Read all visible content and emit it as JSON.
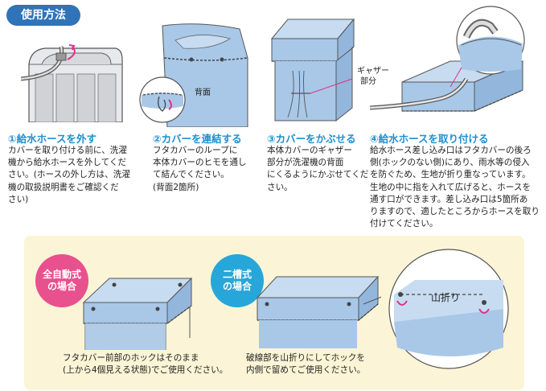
{
  "header": {
    "title": "使用方法"
  },
  "steps": [
    {
      "heading": "①給水ホースを外す",
      "body": [
        "カバーを取り付ける前に、洗濯",
        "機から給水ホースを外してくだ",
        "さい。(ホースの外し方は、洗濯",
        "機の取扱説明書をご確認くだ",
        "さい)"
      ]
    },
    {
      "heading": "②カバーを連結する",
      "body": [
        "フタカバーのループに",
        "本体カバーのヒモを通し",
        "て結んでください。",
        "(背面2箇所)"
      ],
      "label": "背面"
    },
    {
      "heading": "③カバーをかぶせる",
      "body": [
        "本体カバーのギャザー",
        "部分が洗濯機の背面",
        "にくるようにかぶせてくだ",
        "さい。"
      ],
      "label": [
        "ギャザー",
        "部分"
      ]
    },
    {
      "heading": "④給水ホースを取り付ける",
      "body": [
        "給水ホース差し込み口はフタカバーの後ろ",
        "側(ホックのない側)にあり、雨水等の侵入",
        "を防ぐため、生地が折り重なっています。",
        "生地の中に指を入れて広げると、ホースを",
        "通す口ができます。差し込み口は5箇所あ",
        "りますので、適したところからホースを取り",
        "付けてください。"
      ]
    }
  ],
  "cases": [
    {
      "badge": [
        "全自動式",
        "の場合"
      ],
      "badge_color": "#e8508e",
      "note": [
        "フタカバー前部のホックはそのまま",
        "(上から4個見える状態)でご使用ください。"
      ]
    },
    {
      "badge": [
        "二槽式",
        "の場合"
      ],
      "badge_color": "#27a6d9",
      "note": [
        "破線部を山折りにしてホックを",
        "内側で留めてご使用ください。"
      ],
      "fold_label": "山折り"
    }
  ],
  "colors": {
    "accent": "#1f8fcf",
    "title_bg": "#2f73b8",
    "cover": "#a9c8e8",
    "cover_dark": "#7ea6cf",
    "panel": "#fbf4d6"
  }
}
